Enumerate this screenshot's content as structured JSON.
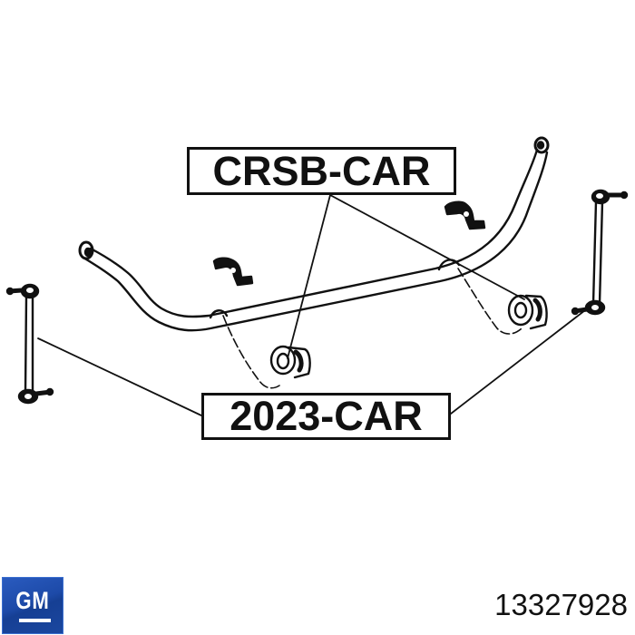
{
  "labels": {
    "bushing_part": "CRSB-CAR",
    "link_part": "2023-CAR"
  },
  "brand": {
    "logo_text": "GM",
    "logo_color": "#1d4aa8"
  },
  "part_number": "13327928",
  "components": [
    {
      "name": "stabilizer-bar",
      "label_ref": null
    },
    {
      "name": "bushing-left",
      "label_ref": "CRSB-CAR"
    },
    {
      "name": "bushing-right",
      "label_ref": "CRSB-CAR"
    },
    {
      "name": "bracket-left",
      "label_ref": null
    },
    {
      "name": "bracket-right",
      "label_ref": null
    },
    {
      "name": "stabilizer-link-left",
      "label_ref": "2023-CAR"
    },
    {
      "name": "stabilizer-link-right",
      "label_ref": "2023-CAR"
    }
  ]
}
